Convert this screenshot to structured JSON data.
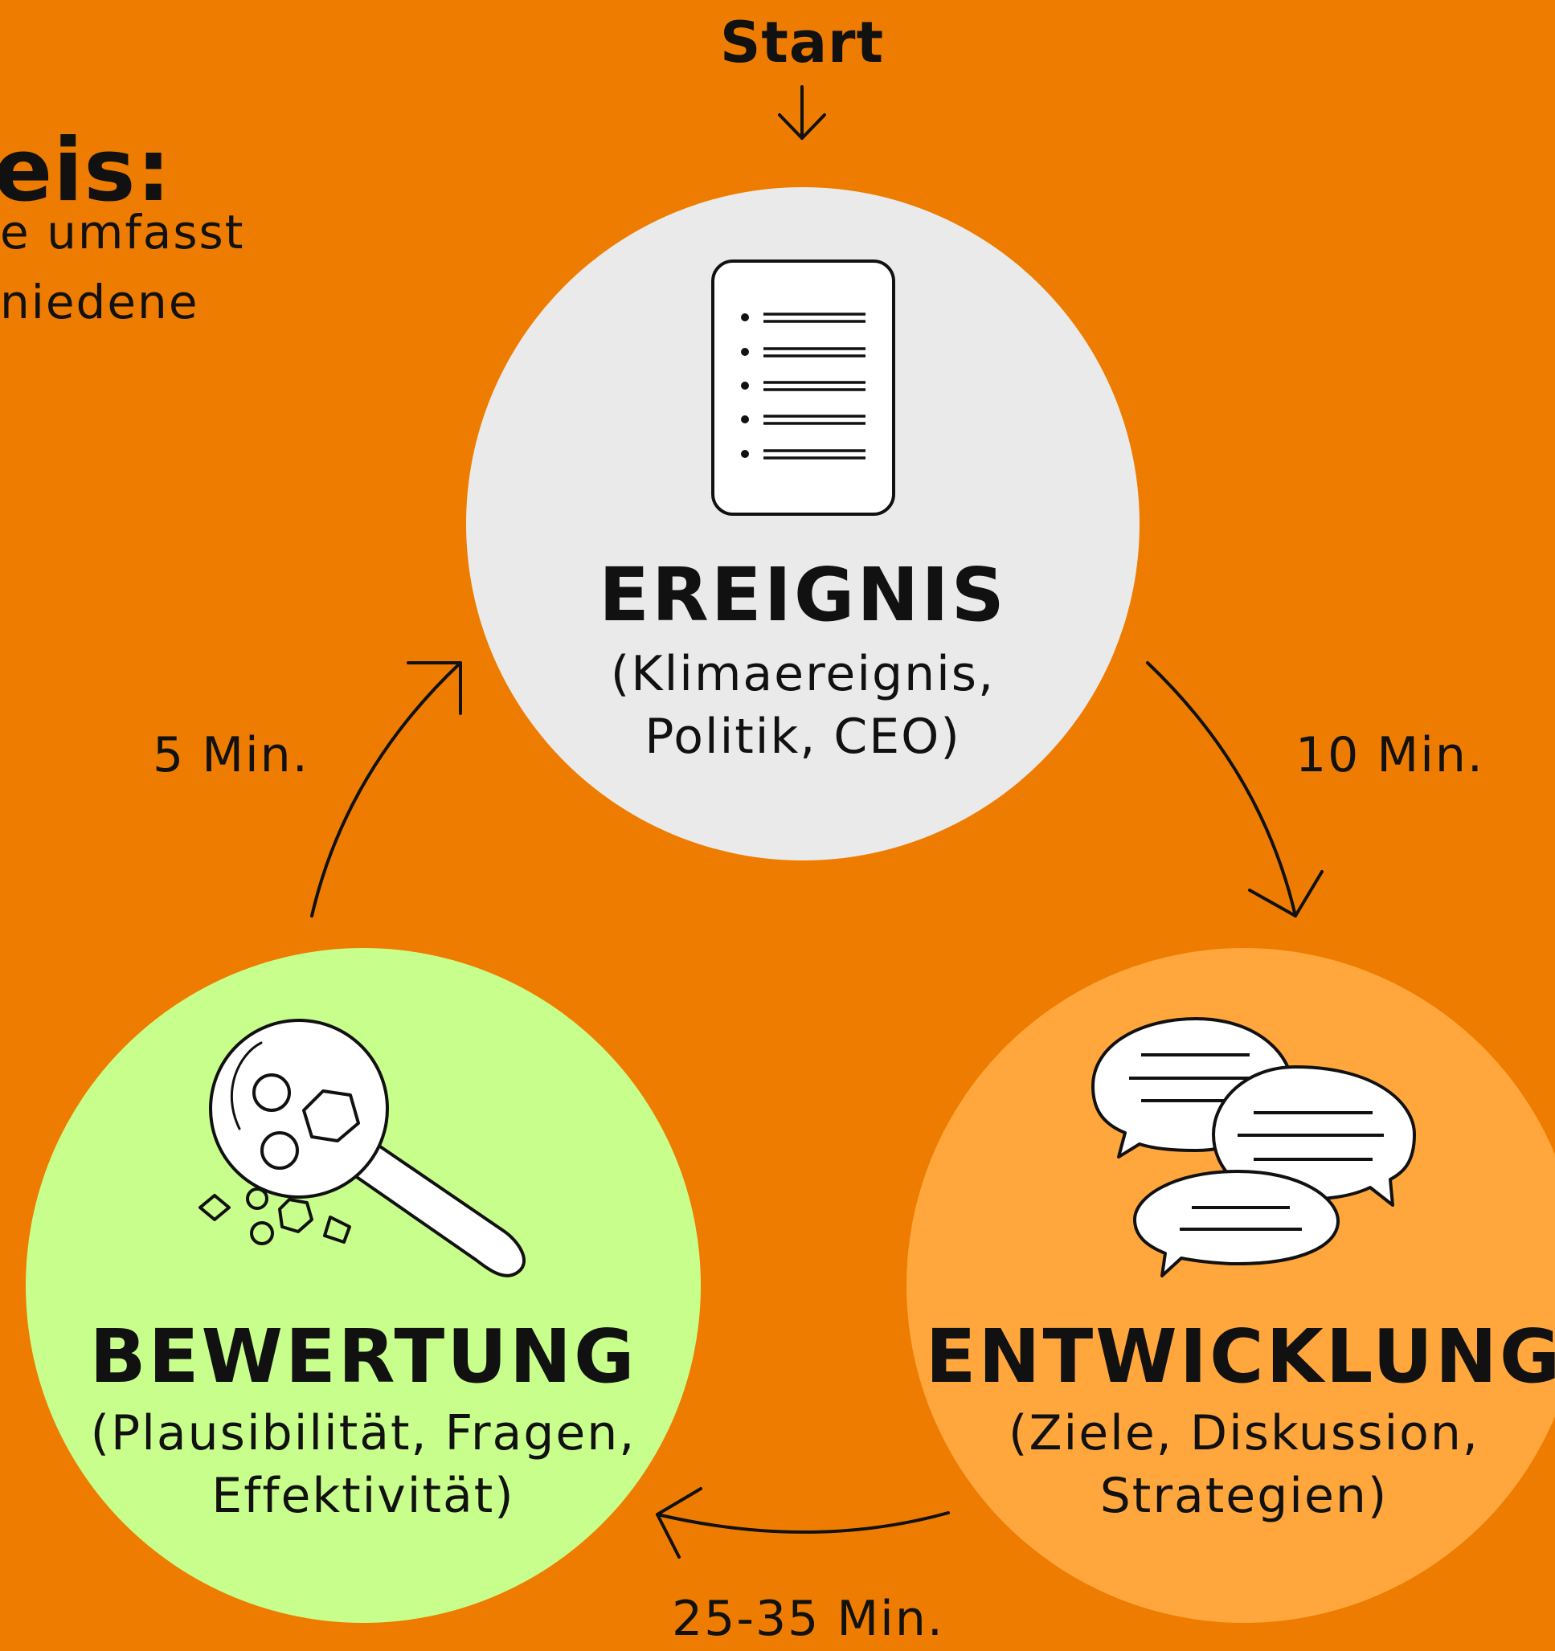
{
  "colors": {
    "background": "#EE7C00",
    "ereignis_circle": "#EAEAEA",
    "entwicklung_circle": "#FFA73D",
    "bewertung_circle": "#C8FF8C",
    "ink": "#111111"
  },
  "start": {
    "label": "Start",
    "icon": "arrow-down-icon"
  },
  "intro": {
    "heading": "eis:",
    "lines": [
      "e umfasst",
      "niedene"
    ]
  },
  "steps": {
    "ereignis": {
      "title": "EREIGNIS",
      "subtitle_1": "(Klimaereignis,",
      "subtitle_2": "Politik, CEO)",
      "icon": "document-list-icon"
    },
    "entwicklung": {
      "title": "ENTWICKLUNG",
      "subtitle_1": "(Ziele, Diskussion,",
      "subtitle_2": "Strategien)",
      "icon": "speech-bubbles-icon"
    },
    "bewertung": {
      "title": "BEWERTUNG",
      "subtitle_1": "(Plausibilität, Fragen,",
      "subtitle_2": "Effektivität)",
      "icon": "magnifying-glass-icon"
    }
  },
  "durations": {
    "ereignis_to_entwicklung": "10 Min.",
    "entwicklung_to_bewertung": "25-35 Min.",
    "bewertung_to_ereignis": "5 Min."
  }
}
